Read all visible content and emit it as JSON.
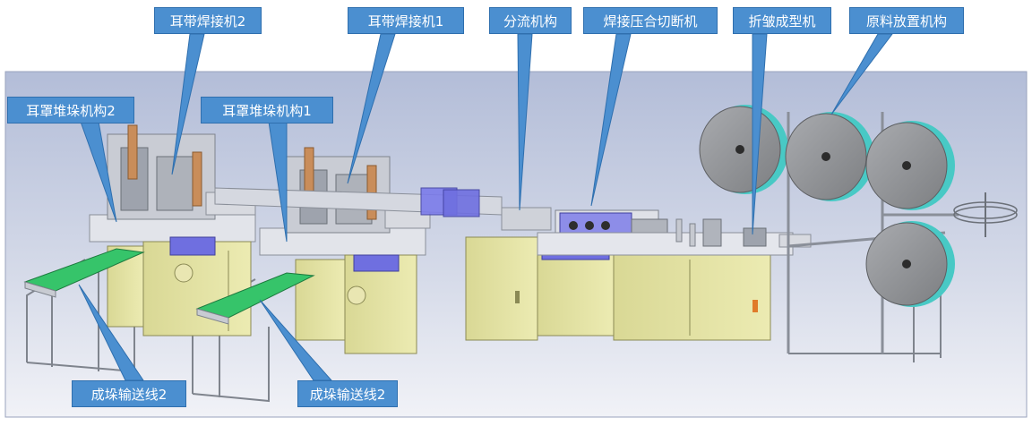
{
  "labels": {
    "ear_welder_2": "耳带焊接机2",
    "ear_welder_1": "耳带焊接机1",
    "splitter": "分流机构",
    "weld_press_cut": "焊接压合切断机",
    "fold_form": "折皱成型机",
    "material_holder": "原料放置机构",
    "mask_stacker_2": "耳罩堆垛机构2",
    "mask_stacker_1": "耳罩堆垛机构1",
    "conveyor_2a": "成垛输送线2",
    "conveyor_2b": "成垛输送线2"
  },
  "colors": {
    "callout_fill": "#4b8fd0",
    "callout_stroke": "#2f6fae",
    "panel_bg_top": "#b9c3dc",
    "panel_bg_bottom": "#eef0f6",
    "cabinet": "#e3e2a0",
    "cabinet_edge": "#8b8a55",
    "frame": "#b8bcc4",
    "conveyor_belt": "#36c46a",
    "reel": "#8f9194",
    "reel_rim": "#48c9c5",
    "module_purple": "#6f6fe0"
  }
}
